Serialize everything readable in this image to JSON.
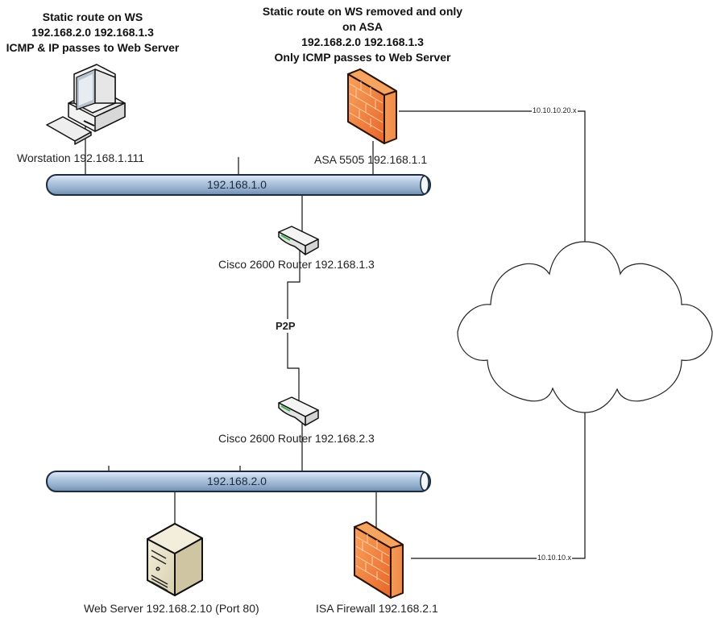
{
  "notes": {
    "workstation_route": [
      "Static route on WS",
      "192.168.2.0 192.168.1.3",
      "ICMP & IP passes to Web Server"
    ],
    "asa_route": [
      "Static route on WS removed and only",
      "on ASA",
      "192.168.2.0 192.168.1.3",
      "Only ICMP passes to Web Server"
    ]
  },
  "devices": {
    "workstation": {
      "label": "Worstation 192.168.1.111",
      "icon": "workstation-icon"
    },
    "asa": {
      "label": "ASA 5505 192.168.1.1",
      "icon": "firewall-icon"
    },
    "router_top": {
      "label": "Cisco 2600 Router 192.168.1.3",
      "icon": "router-icon"
    },
    "router_bottom": {
      "label": "Cisco 2600 Router 192.168.2.3",
      "icon": "router-icon"
    },
    "web_server": {
      "label": "Web Server 192.168.2.10 (Port 80)",
      "icon": "server-icon"
    },
    "isa": {
      "label": "ISA Firewall 192.168.2.1",
      "icon": "firewall-icon"
    },
    "cloud": {
      "icon": "cloud-icon"
    }
  },
  "networks": {
    "top_bus": "192.168.1.0",
    "bottom_bus": "192.168.2.0"
  },
  "links": {
    "p2p": "P2P",
    "asa_wan": "10.10.10.20.x",
    "isa_wan": "10.10.10.x"
  },
  "colors": {
    "bus_fill": "#a9c1dc",
    "firewall": "#f0873e",
    "server": "#e9e2c8",
    "router_led": "#3cb44a"
  }
}
